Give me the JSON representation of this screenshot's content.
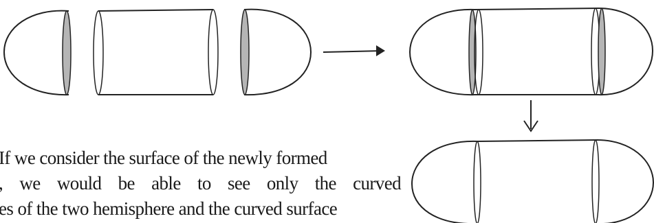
{
  "text": {
    "line1": "If we consider the surface of the newly formed",
    "line2": ", we would be able to see only the curved",
    "line3": "es of the two hemisphere and the curved surface"
  }
}
